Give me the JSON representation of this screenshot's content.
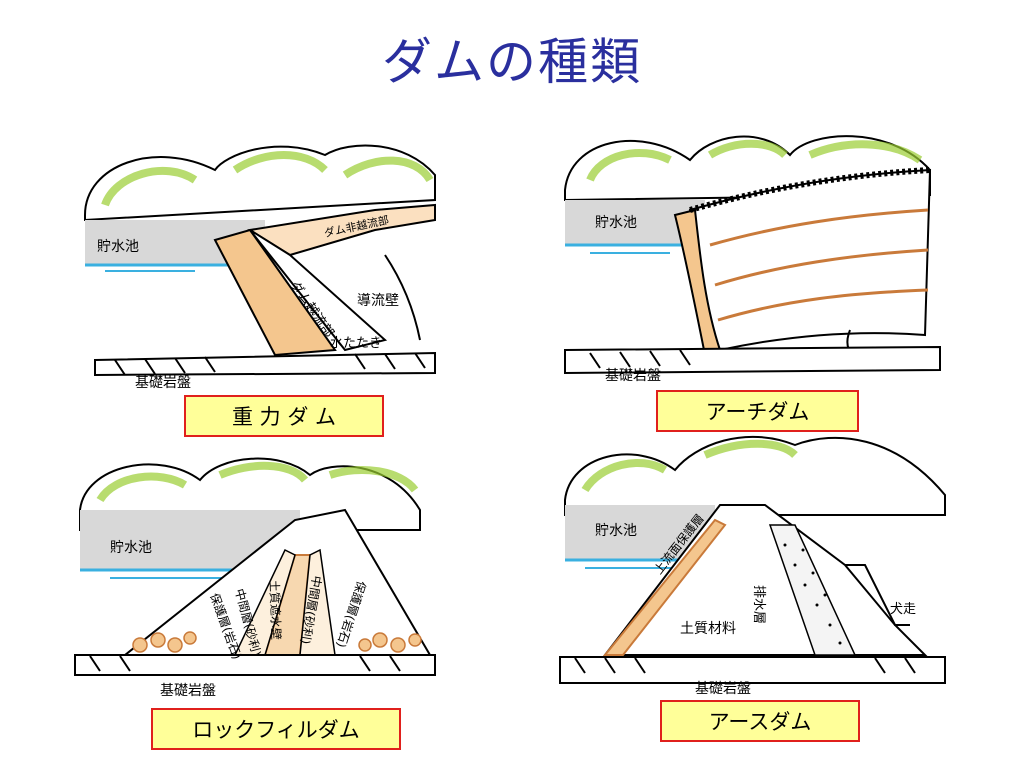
{
  "title": "ダムの種類",
  "panels": {
    "gravity": {
      "label": "重 力 ダ ム",
      "annotations": {
        "reservoir": "貯水池",
        "non_overflow": "ダム非越流部",
        "overflow": "ダム越流部",
        "training_wall": "導流壁",
        "apron": "水たたき",
        "bedrock": "基礎岩盤"
      }
    },
    "arch": {
      "label": "アーチダム",
      "annotations": {
        "reservoir": "貯水池",
        "bedrock": "基礎岩盤"
      }
    },
    "rockfill": {
      "label": "ロックフィルダム",
      "annotations": {
        "reservoir": "貯水池",
        "bedrock": "基礎岩盤",
        "protect_left": "保護層(岩石)",
        "middle_left": "中間層(砂利)",
        "core": "土質遮水壁",
        "middle_right": "中間層(砂利)",
        "protect_right": "保護層(岩石)"
      }
    },
    "earth": {
      "label": "アースダム",
      "annotations": {
        "reservoir": "貯水池",
        "upstream_protect": "上流面保護層",
        "drain": "排水層",
        "soil": "土質材料",
        "toe": "犬走",
        "bedrock": "基礎岩盤"
      }
    }
  }
}
